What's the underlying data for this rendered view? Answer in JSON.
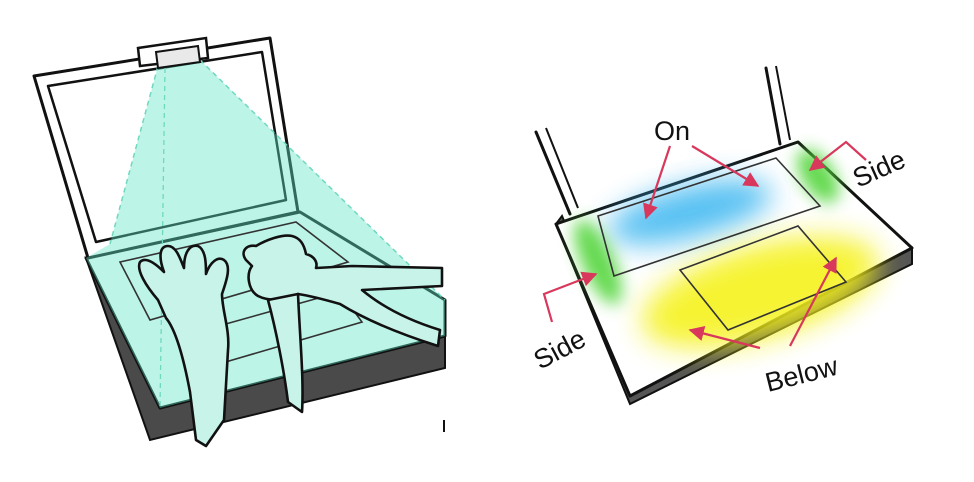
{
  "labels": {
    "on": "On",
    "side_right": "Side",
    "side_left": "Side",
    "below": "Below"
  },
  "colors": {
    "projection": "#5fe8c6",
    "on_region": "#3bb6f0",
    "side_region": "#55d63c",
    "below_region": "#f5f21c",
    "arrow": "#d8385c",
    "outline": "#111111"
  }
}
